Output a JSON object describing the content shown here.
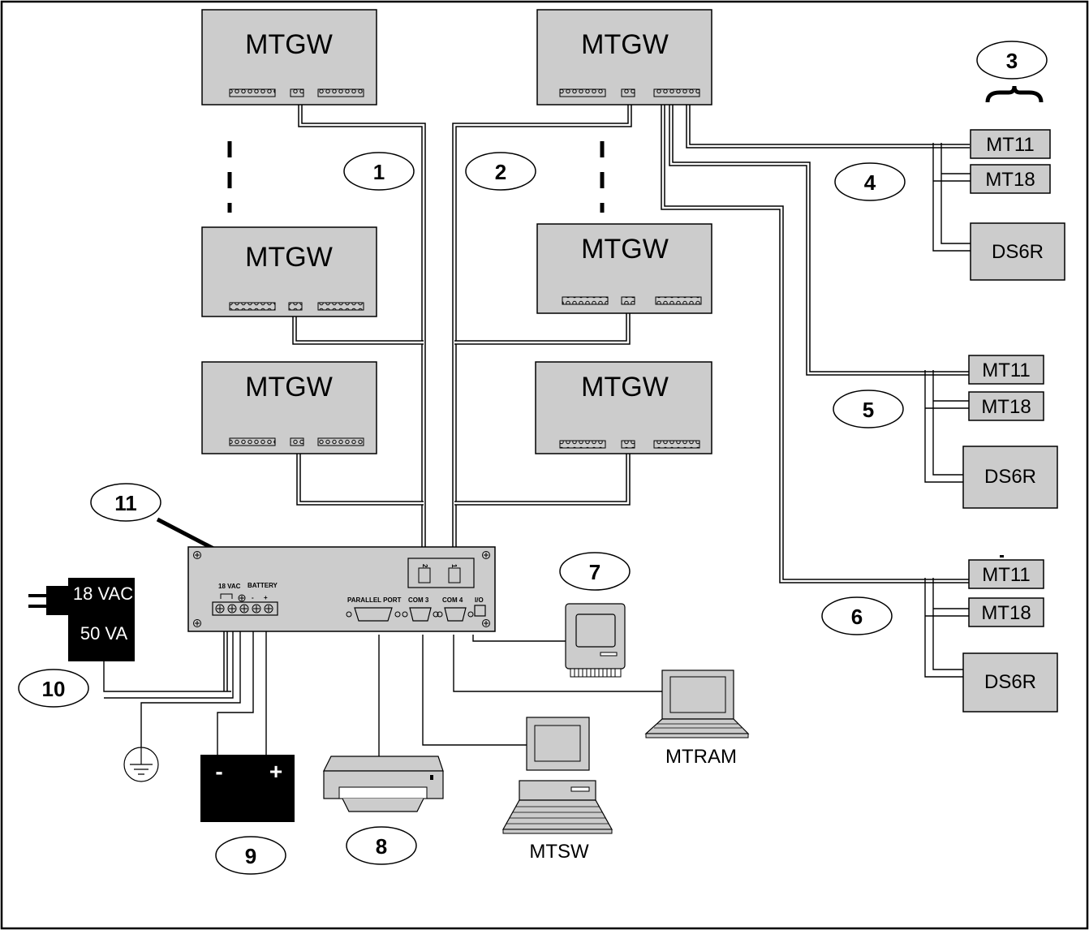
{
  "devices": {
    "gateway_label": "MTGW",
    "mt11_label": "MT11",
    "mt18_label": "MT18",
    "ds6r_label": "DS6R",
    "mtram_label": "MTRAM",
    "mtsw_label": "MTSW"
  },
  "numbers": {
    "n1": "1",
    "n2": "2",
    "n3": "3",
    "n4": "4",
    "n5": "5",
    "n6": "6",
    "n7": "7",
    "n8": "8",
    "n9": "9",
    "n10": "10",
    "n11": "11"
  },
  "power_supply": {
    "line1": "18 VAC",
    "line2": "50 VA"
  },
  "battery": {
    "minus": "-",
    "plus": "+"
  },
  "central_unit": {
    "vac_label": "18 VAC",
    "battery_label": "BATTERY",
    "battery_minus": "-",
    "battery_plus": "+",
    "parallel_label": "PARALLEL PORT",
    "com3_label": "COM 3",
    "com4_label": "COM 4",
    "io_label": "I/O",
    "port2_label": "2",
    "port1_label": "1"
  },
  "icons": [
    "ground-icon",
    "printer-icon",
    "terminal-icon",
    "laptop-icon",
    "desktop-pc-icon",
    "power-adapter-icon",
    "battery-icon"
  ]
}
